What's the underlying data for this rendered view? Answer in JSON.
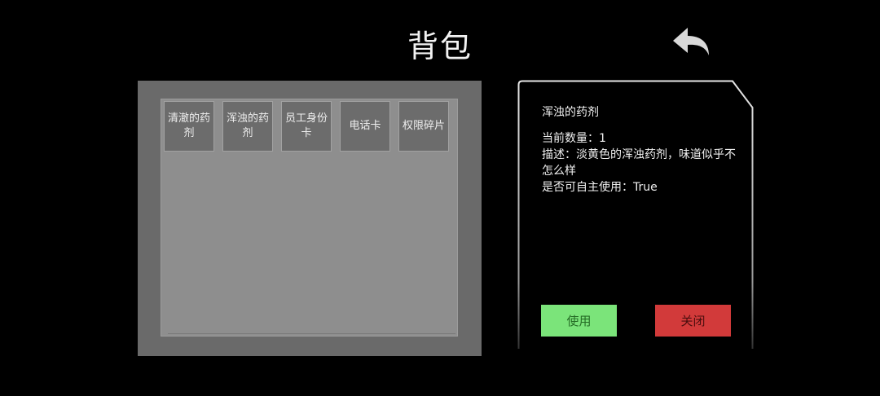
{
  "header": {
    "title": "背包",
    "back_icon": "back-arrow-icon"
  },
  "inventory": {
    "slots": [
      {
        "label": "清澈的药剂"
      },
      {
        "label": "浑浊的药剂"
      },
      {
        "label": "员工身份卡"
      },
      {
        "label": "电话卡"
      },
      {
        "label": "权限碎片"
      }
    ]
  },
  "detail": {
    "item_name": "浑浊的药剂",
    "quantity_line": "当前数量：1",
    "description_line": "描述：淡黄色的浑浊药剂，味道似乎不怎么样",
    "usable_line": "是否可自主使用：True",
    "use_button": "使用",
    "close_button": "关闭"
  },
  "colors": {
    "background": "#000000",
    "inventory_outer": "#6a6a6a",
    "inventory_inner": "#8e8e8e",
    "slot": "#6c6c6c",
    "use_button": "#7be47a",
    "close_button": "#d23a3a"
  }
}
